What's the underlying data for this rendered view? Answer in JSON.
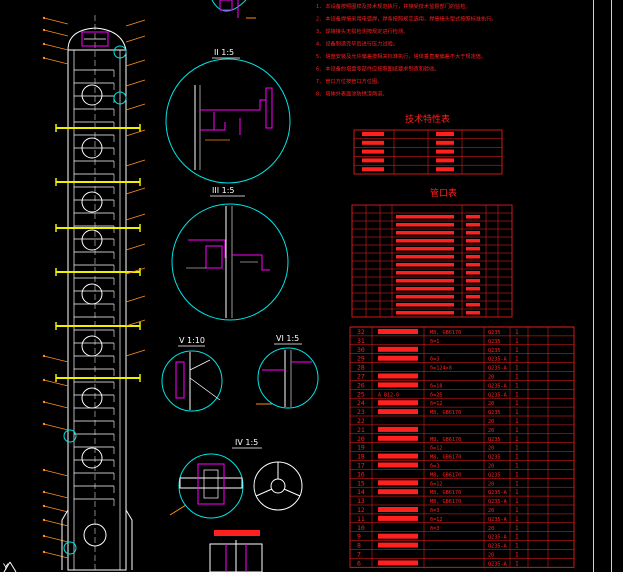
{
  "colors": {
    "background": "#000000",
    "vessel": "#ffffff",
    "detail_circle": "#00e5e5",
    "detail_lines": "#ff00ff",
    "leaders": "#ff8c1a",
    "text": "#ff2020",
    "nozzles": "#f0f000",
    "frame": "#cfcfcf"
  },
  "detail_labels": {
    "d2": "II 1:5",
    "d3": "III 1:5",
    "d5": "V 1:10",
    "d6": "VI 1:5",
    "d4": "IV 1:5"
  },
  "section_titles": {
    "tech": "技术特性表",
    "nozzle": "管口表"
  },
  "notes": [
    "1. 本设备按照图样及技术规范执行，并接受技术监督部门的监检。",
    "2. 本设备焊接采用电弧焊，焊条按照规定选用，焊接接头型式按照标准执行。",
    "3. 焊接接头无损检测按规定进行检测。",
    "4. 设备制造完毕后进行压力试验。",
    "5. 塔盘安装及允许偏差按相关标准执行，塔体垂直度偏差不大于规定值。",
    "6. 本设备的塔盘零部件应按照图纸要求制造和验收。",
    "7. 管口方位按管口方位图。",
    "8. 塔体外表面涂防锈漆两道。"
  ],
  "tech_table_rows": 5,
  "nozzle_table_rows": 14,
  "bom": {
    "rows": [
      {
        "no": "32",
        "spec": "",
        "name": "M8, GB6170",
        "mat": "Q235",
        "qty": "1"
      },
      {
        "no": "31",
        "spec": "",
        "name": "δ=1",
        "mat": "Q235",
        "qty": "1"
      },
      {
        "no": "30",
        "spec": "",
        "name": "",
        "mat": "Q235",
        "qty": "1"
      },
      {
        "no": "29",
        "spec": "",
        "name": "δ=3",
        "mat": "Q235-A",
        "qty": "1"
      },
      {
        "no": "28",
        "spec": "",
        "name": "δ=124×8",
        "mat": "Q235-A",
        "qty": "1"
      },
      {
        "no": "27",
        "spec": "",
        "name": "",
        "mat": "20",
        "qty": "1"
      },
      {
        "no": "26",
        "spec": "A B12-0",
        "name": "δ=18",
        "mat": "Q235-A",
        "qty": "1"
      },
      {
        "no": "25",
        "spec": "A B12-0",
        "name": "δ=25",
        "mat": "Q235-A",
        "qty": "1"
      },
      {
        "no": "24",
        "spec": "",
        "name": "δ=12",
        "mat": "20",
        "qty": "1"
      },
      {
        "no": "23",
        "spec": "",
        "name": "M8, GB6170",
        "mat": "Q235",
        "qty": "1"
      },
      {
        "no": "22",
        "spec": "",
        "name": "",
        "mat": "20",
        "qty": "1"
      },
      {
        "no": "21",
        "spec": "",
        "name": "",
        "mat": "20",
        "qty": "1"
      },
      {
        "no": "20",
        "spec": "",
        "name": "M8, GB6170",
        "mat": "Q235",
        "qty": "1"
      },
      {
        "no": "19",
        "spec": "",
        "name": "δ=12",
        "mat": "20",
        "qty": "1"
      },
      {
        "no": "18",
        "spec": "",
        "name": "M8, GB6170",
        "mat": "Q235",
        "qty": "1"
      },
      {
        "no": "17",
        "spec": "",
        "name": "δ=3",
        "mat": "20",
        "qty": "1"
      },
      {
        "no": "16",
        "spec": "",
        "name": "M8, GB6170",
        "mat": "Q235",
        "qty": "1"
      },
      {
        "no": "15",
        "spec": "",
        "name": "δ=12",
        "mat": "20",
        "qty": "1"
      },
      {
        "no": "14",
        "spec": "",
        "name": "M8, GB6170",
        "mat": "Q235-A",
        "qty": "1"
      },
      {
        "no": "13",
        "spec": "",
        "name": "M8, GB6170",
        "mat": "Q235-A",
        "qty": "1"
      },
      {
        "no": "12",
        "spec": "",
        "name": "δ=3",
        "mat": "20",
        "qty": "1"
      },
      {
        "no": "11",
        "spec": "",
        "name": "δ=12",
        "mat": "Q235-A",
        "qty": "1"
      },
      {
        "no": "10",
        "spec": "",
        "name": "δ=3",
        "mat": "20",
        "qty": "1"
      },
      {
        "no": "9",
        "spec": "",
        "name": "",
        "mat": "Q235-A",
        "qty": "1"
      },
      {
        "no": "8",
        "spec": "",
        "name": "",
        "mat": "Q235-A",
        "qty": "1"
      },
      {
        "no": "7",
        "spec": "",
        "name": "",
        "mat": "20",
        "qty": "1"
      },
      {
        "no": "6",
        "spec": "",
        "name": "",
        "mat": "Q235-A",
        "qty": "1"
      }
    ]
  },
  "ucs_label": "Y"
}
